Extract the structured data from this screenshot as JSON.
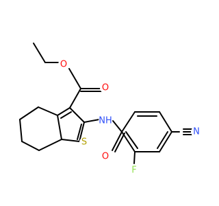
{
  "molecule": {
    "atoms": {
      "o_ether": {
        "symbol": "O"
      },
      "o_carbonyl": {
        "symbol": "O"
      },
      "n_amide": {
        "symbol": "NH"
      },
      "s_ring": {
        "symbol": "S"
      },
      "o_amide": {
        "symbol": "O"
      },
      "n_nitrile": {
        "symbol": "N"
      },
      "f_sub": {
        "symbol": "F"
      }
    },
    "colors": {
      "bond": "#000000",
      "O": "#ff0d0d",
      "N": "#3050f8",
      "S": "#b2a000",
      "F": "#90e050"
    }
  }
}
